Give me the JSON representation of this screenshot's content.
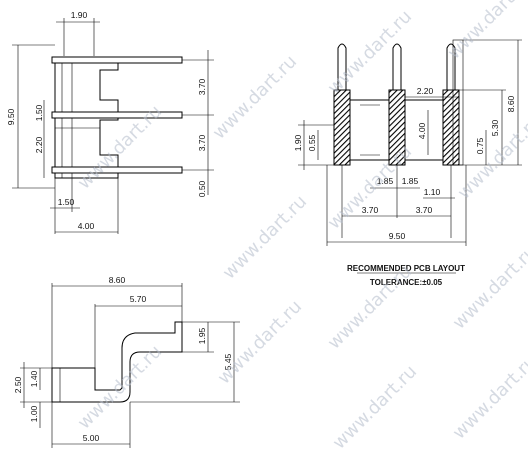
{
  "watermark": "www.dart.ru",
  "side_view": {
    "dims": {
      "top_width": "1.90",
      "overall_height": "9.50",
      "pitch_upper": "3.70",
      "pitch_lower": "3.70",
      "body_left": "1.50",
      "body_slot": "2.20",
      "pin_thickness": "0.50",
      "bottom_small": "1.50",
      "bottom_width": "4.00"
    }
  },
  "pcb_layout": {
    "dims": {
      "pin_spacing_top": "2.20",
      "height_total": "8.60",
      "height_pin": "5.30",
      "left_190": "1.90",
      "left_055": "0.55",
      "center_400": "4.00",
      "right_075": "0.75",
      "gap_left": "1.85",
      "gap_right": "1.85",
      "small_110": "1.10",
      "pitch_left": "3.70",
      "pitch_right": "3.70",
      "overall_width": "9.50"
    },
    "caption": "RECOMMENDED PCB LAYOUT",
    "tolerance": "TOLERANCE:±0.05"
  },
  "pin_profile": {
    "dims": {
      "top_length": "8.60",
      "upper_length": "5.70",
      "right_height": "1.95",
      "right_total": "5.45",
      "left_250": "2.50",
      "left_140": "1.40",
      "left_100": "1.00",
      "bottom_length": "5.00"
    }
  }
}
